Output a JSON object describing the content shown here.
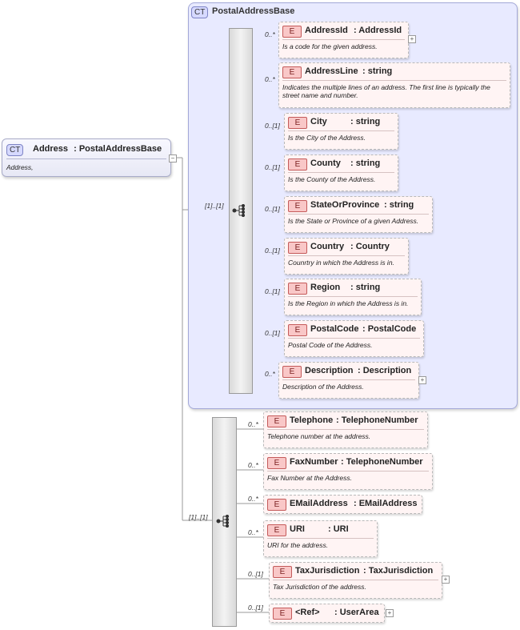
{
  "root": {
    "badge": "CT",
    "name": "Address",
    "type": ": PostalAddressBase",
    "description": "Address,"
  },
  "group": {
    "badge": "CT",
    "title": "PostalAddressBase"
  },
  "sequence1": {
    "cardinality": "[1]..[1]"
  },
  "sequence2": {
    "cardinality": "[1]..[1]"
  },
  "elements": [
    {
      "badge": "E",
      "name": "AddressId",
      "type": ": AddressId",
      "card": "0..*",
      "desc": "Is a code for the given address.",
      "expandable": true
    },
    {
      "badge": "E",
      "name": "AddressLine",
      "type": ": string",
      "card": "0..*",
      "desc": "Indicates the multiple lines of an address. The first line is typically the street name and number.",
      "expandable": false
    },
    {
      "badge": "E",
      "name": "City",
      "type": ": string",
      "card": "0..[1]",
      "desc": "Is the City of the Address.",
      "expandable": false
    },
    {
      "badge": "E",
      "name": "County",
      "type": ": string",
      "card": "0..[1]",
      "desc": "Is the County of the Address.",
      "expandable": false
    },
    {
      "badge": "E",
      "name": "StateOrProvince",
      "type": ": string",
      "card": "0..[1]",
      "desc": "Is the State or Province of a given Address.",
      "expandable": false
    },
    {
      "badge": "E",
      "name": "Country",
      "type": ": Country",
      "card": "0..[1]",
      "desc": "Counrtry in which the Address is in.",
      "expandable": false
    },
    {
      "badge": "E",
      "name": "Region",
      "type": ": string",
      "card": "0..[1]",
      "desc": "Is the Region in which the Address is in.",
      "expandable": false
    },
    {
      "badge": "E",
      "name": "PostalCode",
      "type": ": PostalCode",
      "card": "0..[1]",
      "desc": "Postal Code of the Address.",
      "expandable": false
    },
    {
      "badge": "E",
      "name": "Description",
      "type": ": Description",
      "card": "0..*",
      "desc": "Description of the Address.",
      "expandable": true
    },
    {
      "badge": "E",
      "name": "Telephone",
      "type": ": TelephoneNumber",
      "card": "0..*",
      "desc": "Telephone number at the address.",
      "expandable": false
    },
    {
      "badge": "E",
      "name": "FaxNumber",
      "type": ": TelephoneNumber",
      "card": "0..*",
      "desc": "Fax Number at the Address.",
      "expandable": false
    },
    {
      "badge": "E",
      "name": "EMailAddress",
      "type": ": EMailAddress",
      "card": "0..*",
      "desc": "",
      "expandable": false
    },
    {
      "badge": "E",
      "name": "URI",
      "type": ": URI",
      "card": "0..*",
      "desc": "URI for the address.",
      "expandable": false
    },
    {
      "badge": "E",
      "name": "TaxJurisdiction",
      "type": ": TaxJurisdiction",
      "card": "0..[1]",
      "desc": "Tax Jurisdiction of the address.",
      "expandable": true
    },
    {
      "badge": "E",
      "name": "<Ref>",
      "type": ": UserArea",
      "card": "0..[1]",
      "desc": "",
      "expandable": true
    }
  ],
  "icons": {
    "sequence": "sequence-icon",
    "expand": "plus",
    "collapse": "minus"
  }
}
